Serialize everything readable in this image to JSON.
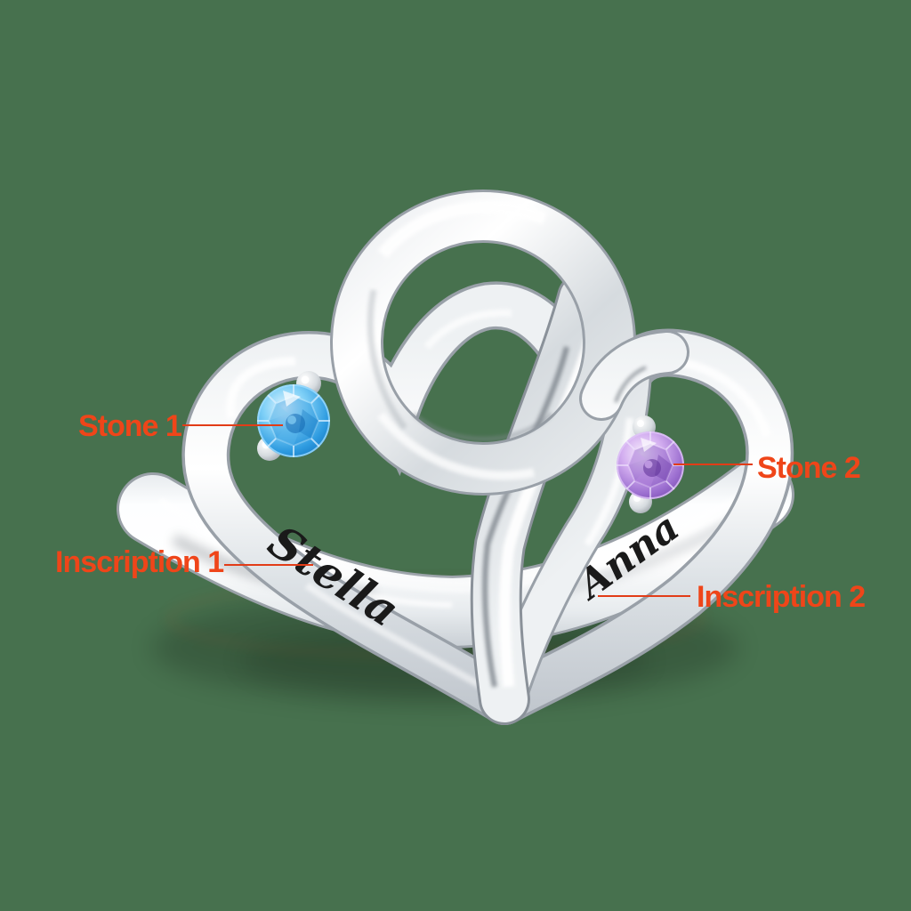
{
  "background_color": "#47714E",
  "accent_color": "#EF4519",
  "labels": {
    "stone1": "Stone 1",
    "stone2": "Stone 2",
    "inscription1": "Inscription 1",
    "inscription2": "Inscription 2"
  },
  "inscriptions": {
    "name1": "Stella",
    "name2": "Anna"
  },
  "stones": {
    "stone1_color": "#2E9BE0",
    "stone2_color": "#9C6FD0"
  },
  "product": {
    "metal_color": "silver"
  }
}
